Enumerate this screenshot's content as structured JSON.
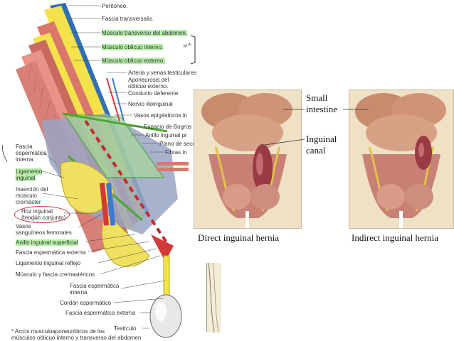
{
  "left_diagram": {
    "labels_right": [
      {
        "text": "Peritoneo.",
        "hl": false
      },
      {
        "text": "Fascia transversalis.",
        "hl": false
      },
      {
        "text": "Músculo transverso del abdomen.",
        "hl": true
      },
      {
        "text": "Músculo oblicuo interno.",
        "hl": true
      },
      {
        "text": "Músculo oblicuo externo.",
        "hl": true
      },
      {
        "text": "Arteria y venas testiculares",
        "hl": false
      },
      {
        "text": "Aponeurosis del",
        "hl": false
      },
      {
        "text": "oblicuo externo.",
        "hl": false
      },
      {
        "text": "Conducto deferente",
        "hl": false
      },
      {
        "text": "Nervio ilioinguinal",
        "hl": false
      },
      {
        "text": "Vasos epigástricos in",
        "hl": false
      },
      {
        "text": "Espacio de Bogros",
        "hl": false
      },
      {
        "text": "Anillo inguinal pr",
        "hl": false
      },
      {
        "text": "Plano de secci",
        "hl": false
      },
      {
        "text": "Fibras in",
        "hl": false
      }
    ],
    "labels_left": [
      {
        "text": "Fascia",
        "hl": false
      },
      {
        "text": "espermática",
        "hl": false
      },
      {
        "text": "interna",
        "hl": false
      },
      {
        "text": "Ligamento",
        "hl": true
      },
      {
        "text": "inguinal",
        "hl": true
      },
      {
        "text": "Inserción del",
        "hl": false
      },
      {
        "text": "músculo",
        "hl": false
      },
      {
        "text": "cremáster",
        "hl": false
      },
      {
        "text": "Hoz inguinal",
        "hl": false
      },
      {
        "text": "(tendón conjunto)",
        "hl": false
      },
      {
        "text": "Vasos",
        "hl": false
      },
      {
        "text": "sanguíneos femorales",
        "hl": false
      },
      {
        "text": "Anillo inguinal superficial",
        "hl": true
      }
    ],
    "labels_bottom": [
      "Fascia espermática externa",
      "Ligamento inguinal reflejo",
      "Músculo y fascia cremastéricos",
      "Fascia espermática",
      "interna",
      "Cordón espermático",
      "Fascia espermática externa",
      "Testículo"
    ],
    "footnote": [
      "* Arcos musculoaponeuróticos de los",
      "músculos oblicuo interno y transverso del abdomen"
    ],
    "handwritten_note": "M.A."
  },
  "right_figure": {
    "labels": [
      "Small",
      "intestine",
      "Inguinal",
      "canal"
    ],
    "captions": [
      "Direct inguinal hernia",
      "Indirect inguinal hernia"
    ]
  }
}
